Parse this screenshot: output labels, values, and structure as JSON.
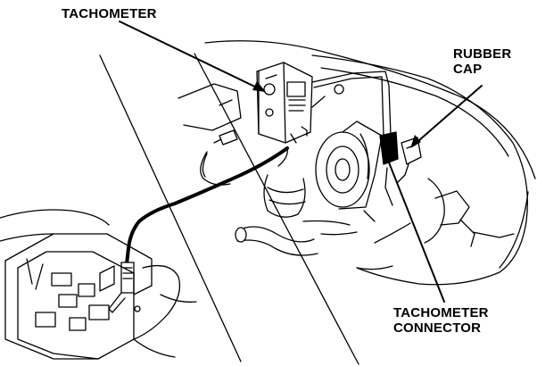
{
  "labels": {
    "tachometer": "TACHOMETER",
    "rubber_cap_line1": "RUBBER",
    "rubber_cap_line2": "CAP",
    "connector_line1": "TACHOMETER",
    "connector_line2": "CONNECTOR"
  },
  "colors": {
    "ink": "#000000",
    "paper": "#ffffff"
  }
}
